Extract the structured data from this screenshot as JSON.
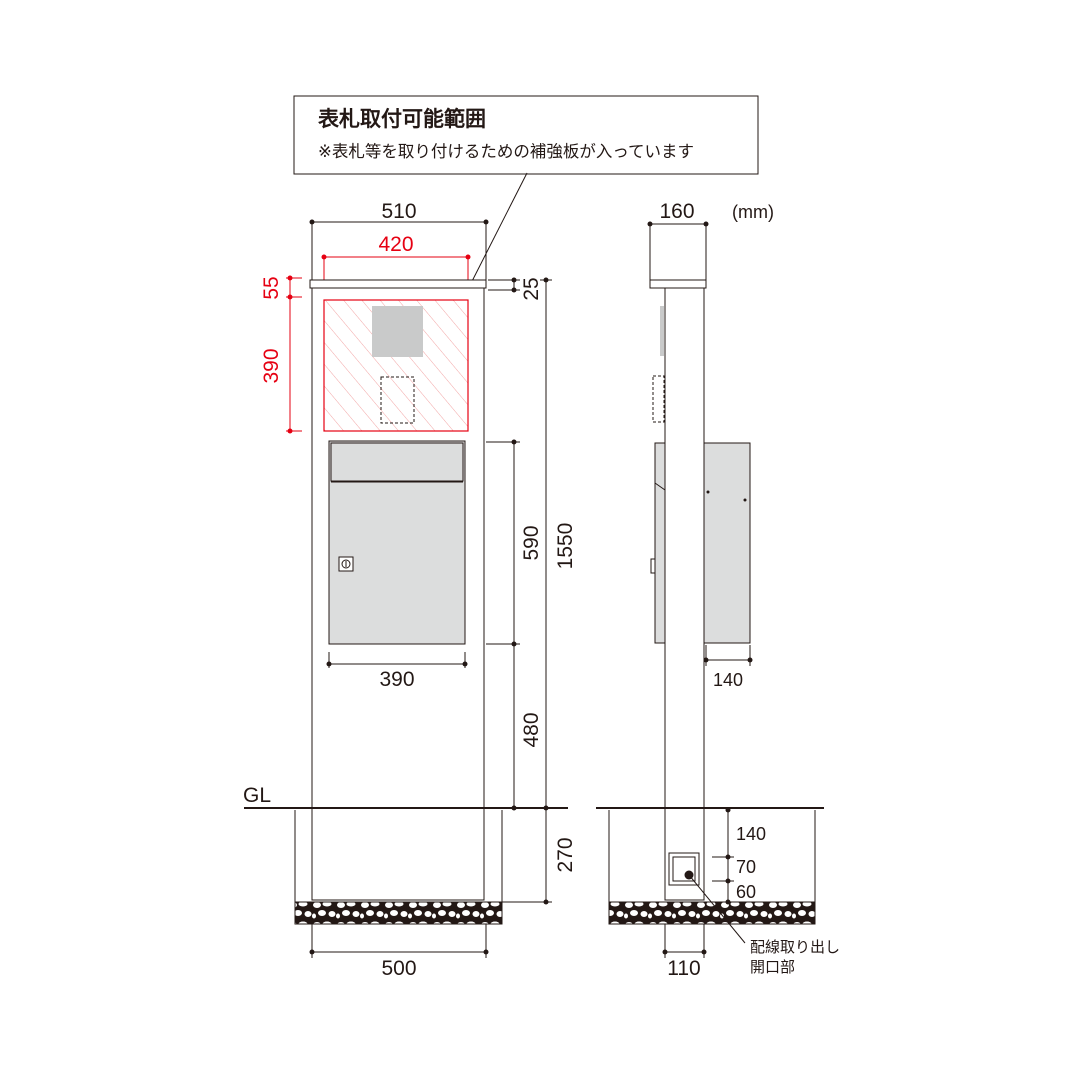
{
  "callout": {
    "title": "表札取付可能範囲",
    "note": "※表札等を取り付けるための補強板が入っています"
  },
  "units": "(mm)",
  "front_view": {
    "width": "510",
    "nameplate_width": "420",
    "top_offset": "55",
    "nameplate_height": "390",
    "cap_height": "25",
    "mailbox_height": "590",
    "total_height": "1550",
    "mailbox_width": "390",
    "lower_height": "480",
    "ground_label": "GL",
    "buried_depth": "270",
    "base_width": "500"
  },
  "side_view": {
    "depth": "160",
    "mailbox_depth": "140",
    "below_gl_1": "140",
    "opening_height": "70",
    "bottom_gap": "60",
    "opening_width": "110",
    "opening_label_1": "配線取り出し",
    "opening_label_2": "開口部"
  },
  "colors": {
    "line": "#231815",
    "accent_red": "#e60012",
    "panel_gray": "#dcdddd",
    "nameplate_gray": "#c9caca"
  }
}
